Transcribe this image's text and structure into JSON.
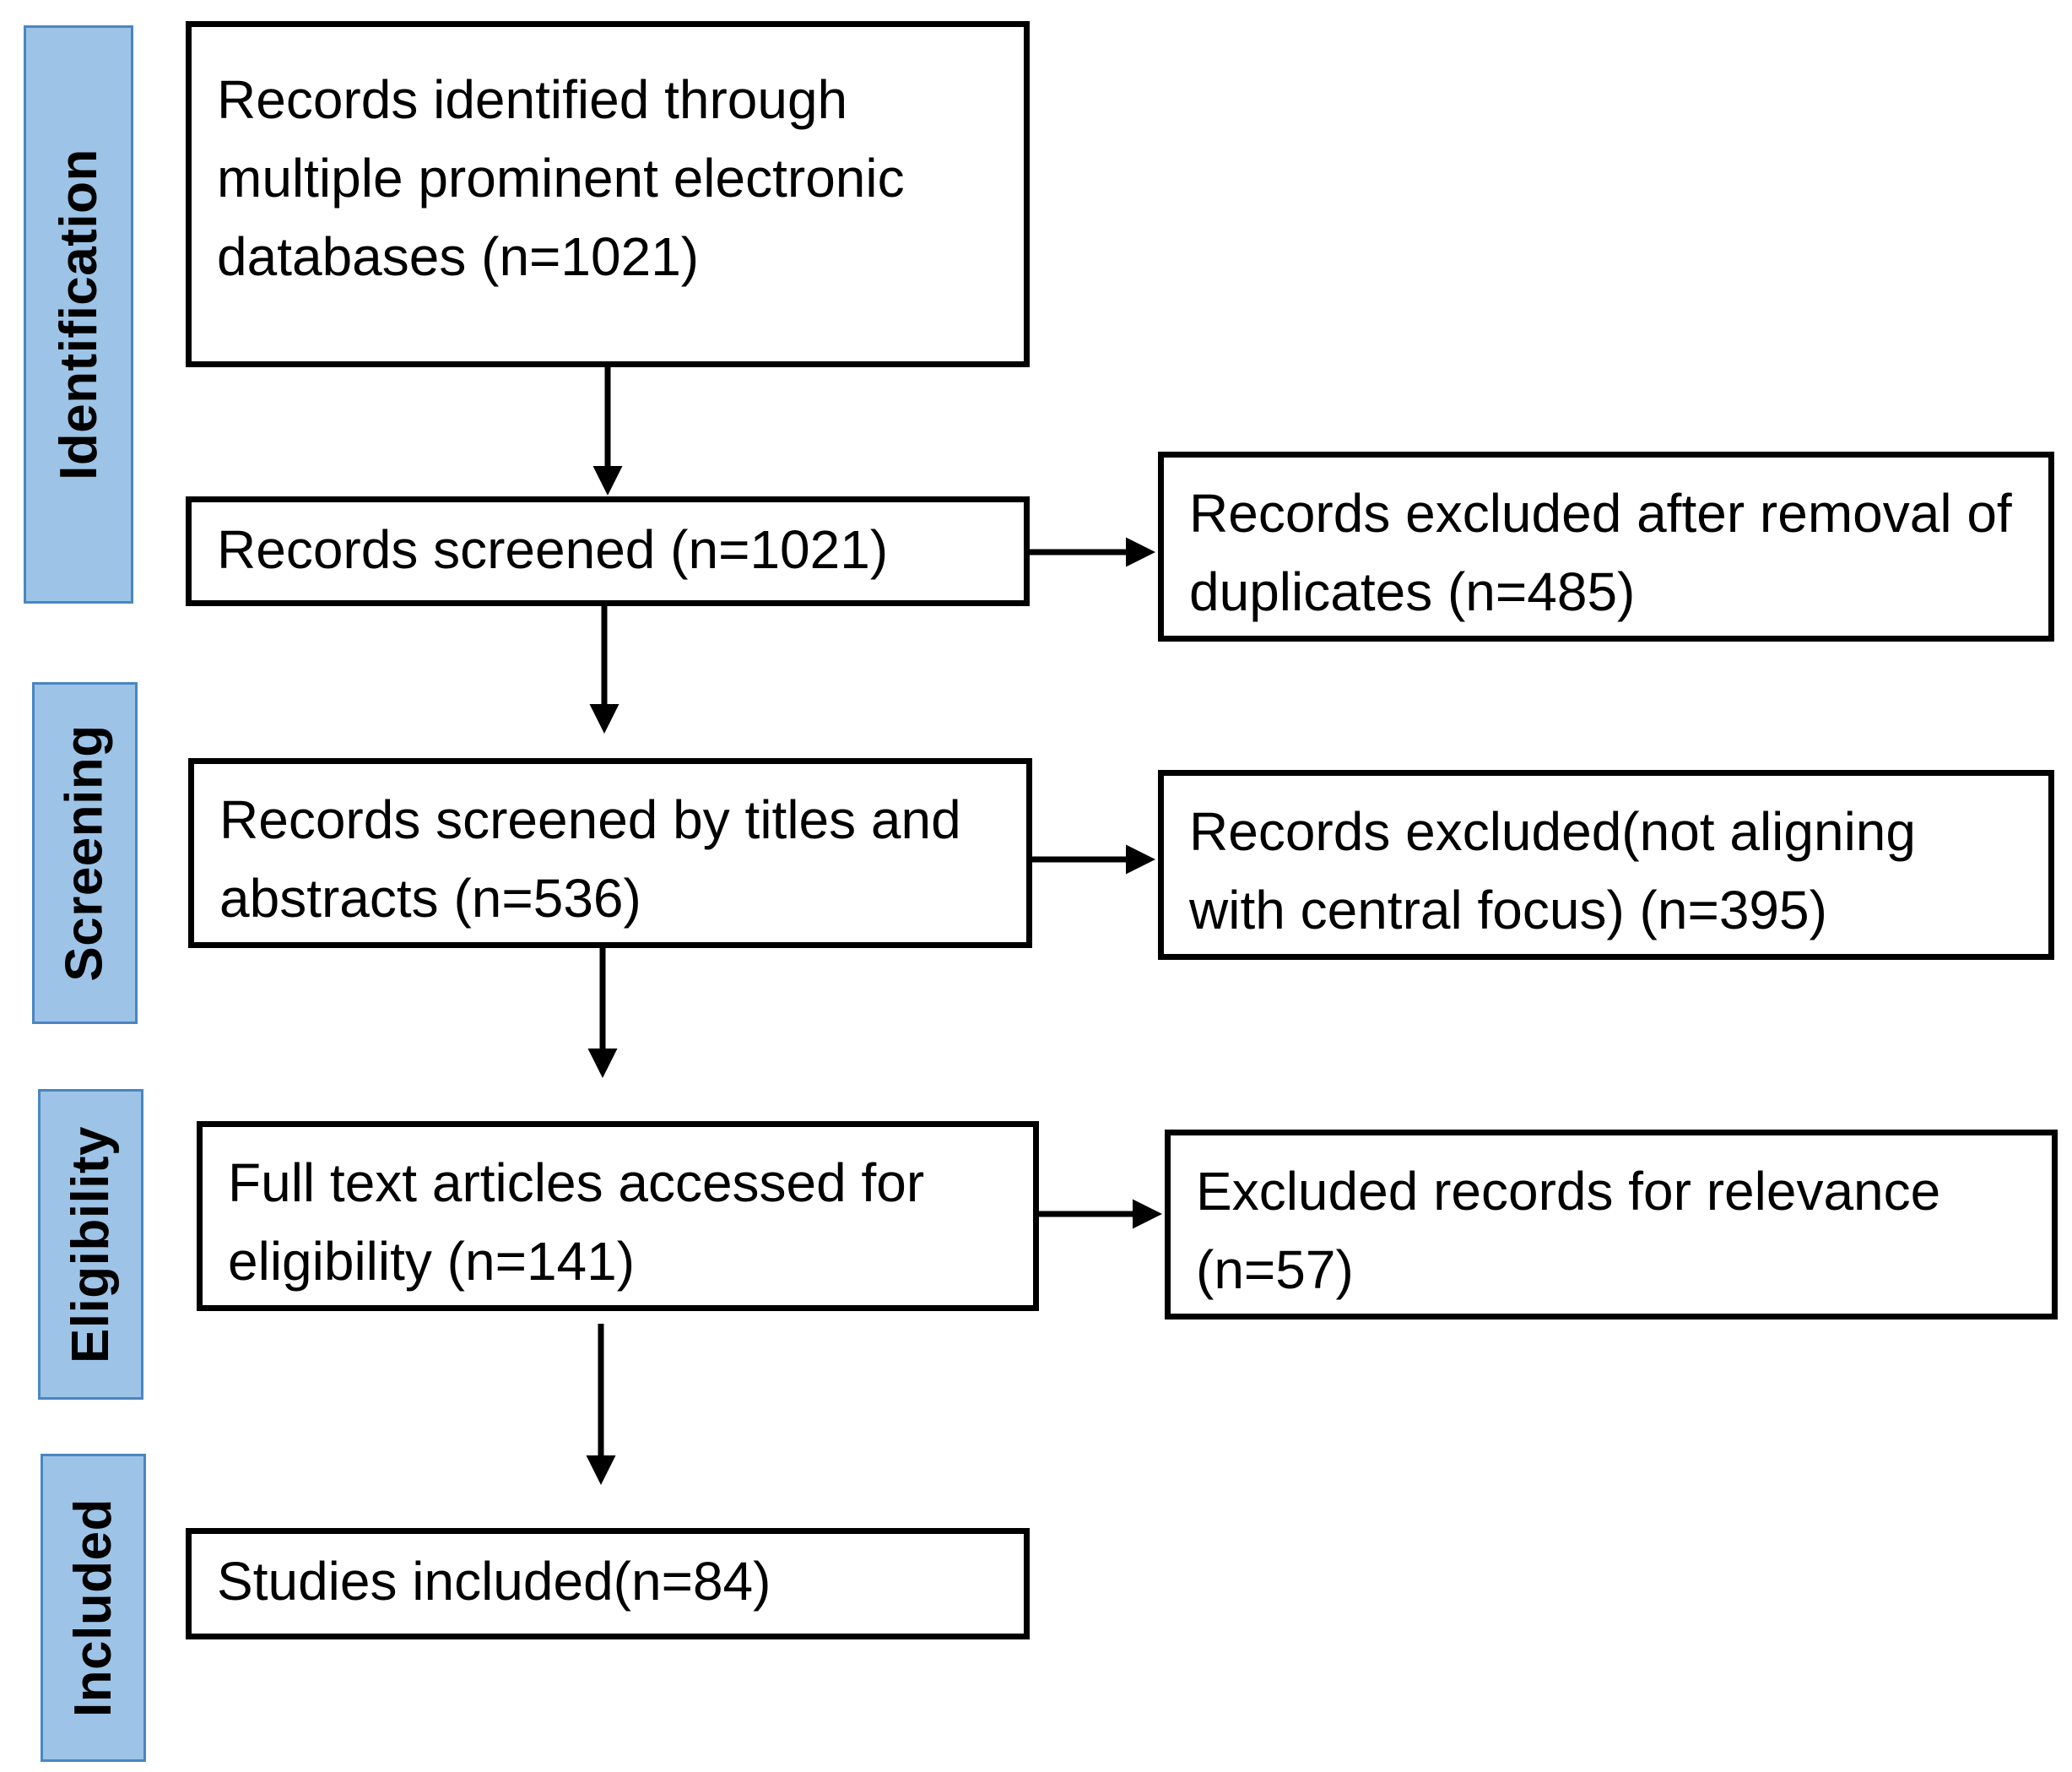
{
  "stages": {
    "identification": "Identification",
    "screening": "Screening",
    "eligibility": "Eligibility",
    "included": "Included"
  },
  "boxes": {
    "identified": "Records identified through multiple prominent electronic databases (n=1021)",
    "screened": "Records screened (n=1021)",
    "excluded_duplicates": "Records excluded after removal of duplicates (n=485)",
    "screened_titles": "Records screened by titles and abstracts (n=536)",
    "excluded_focus": "Records excluded(not aligning with central focus) (n=395)",
    "full_text": "Full text articles accessed for eligibility (n=141)",
    "excluded_relevance": "Excluded records for relevance (n=57)",
    "included": "Studies included(n=84)"
  },
  "colors": {
    "stage_fill": "#9dc3e6",
    "stage_border": "#4a86c0",
    "box_border": "#000000"
  }
}
